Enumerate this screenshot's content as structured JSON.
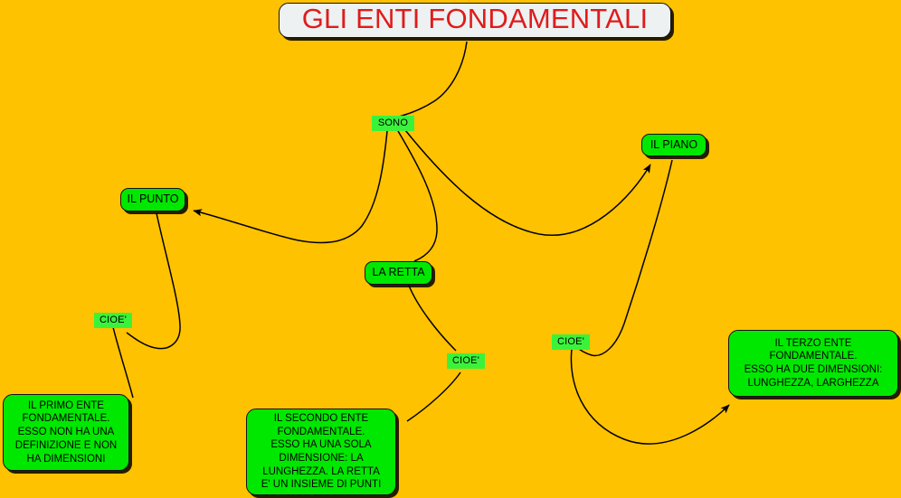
{
  "diagram": {
    "background_color": "#FFC200",
    "title": {
      "text": "GLI ENTI FONDAMENTALI",
      "text_color": "#E01B1B",
      "box_color": "#EDF1F2"
    },
    "node_color": "#00E800",
    "label_color": "#3BF23B",
    "line_color": "#000000",
    "concepts": [
      {
        "id": "sono",
        "text": "SONO"
      },
      {
        "id": "punto",
        "text": "IL PUNTO"
      },
      {
        "id": "piano",
        "text": "IL PIANO"
      },
      {
        "id": "retta",
        "text": "LA RETTA"
      },
      {
        "id": "cioe1",
        "text": "CIOE'"
      },
      {
        "id": "cioe2",
        "text": "CIOE'"
      },
      {
        "id": "cioe3",
        "text": "CIOE'"
      }
    ],
    "descriptions": [
      {
        "id": "primo",
        "text": "IL PRIMO ENTE\nFONDAMENTALE.\nESSO NON HA UNA\nDEFINIZIONE E NON\nHA DIMENSIONI"
      },
      {
        "id": "secondo",
        "text": "IL SECONDO ENTE\nFONDAMENTALE.\nESSO HA UNA SOLA\nDIMENSIONE: LA\nLUNGHEZZA. LA RETTA\nE' UN INSIEME DI PUNTI"
      },
      {
        "id": "terzo",
        "text": "IL TERZO ENTE\nFONDAMENTALE.\nESSO HA DUE DIMENSIONI:\nLUNGHEZZA, LARGHEZZA"
      }
    ]
  }
}
